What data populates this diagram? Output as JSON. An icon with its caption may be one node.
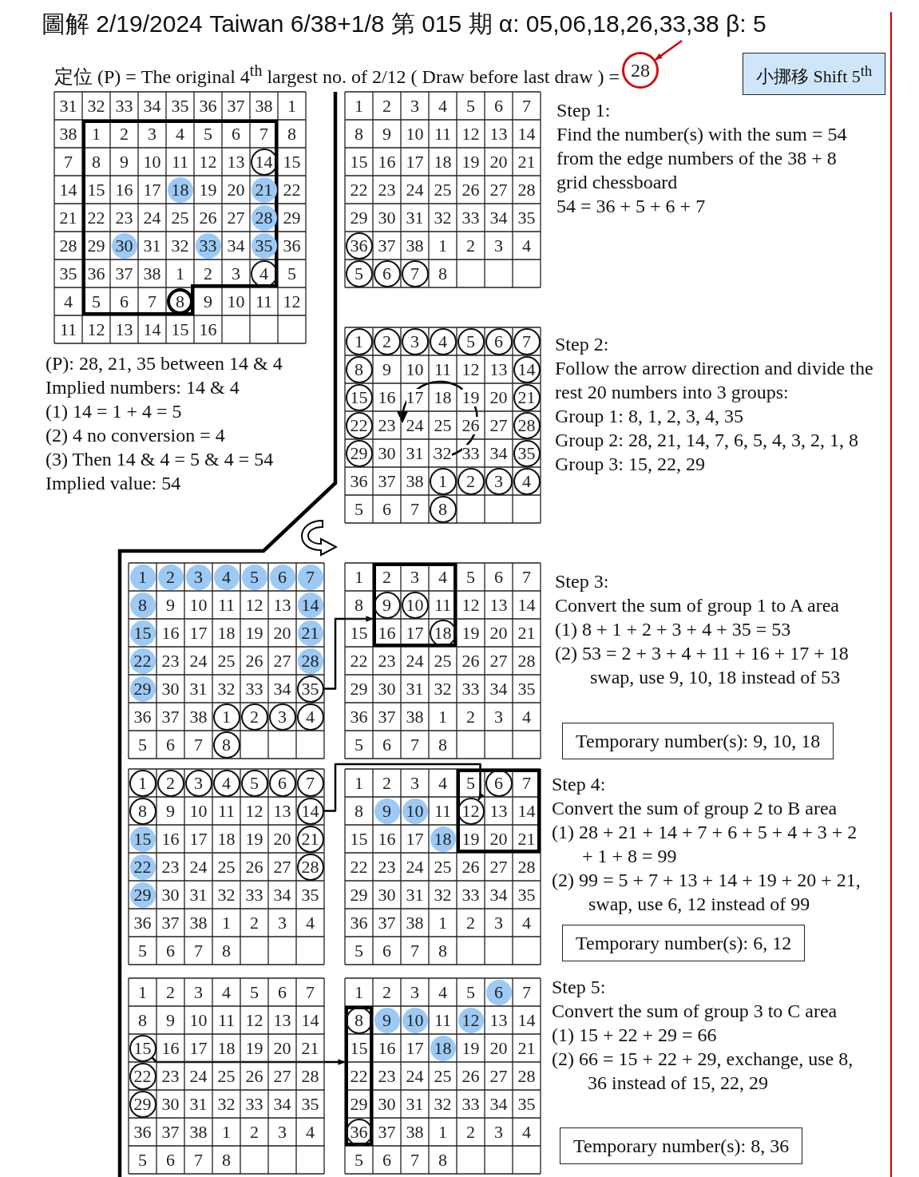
{
  "diagram": {
    "title": "圖解 2/19/2024 Taiwan 6/38+1/8 第 015 期 α: 05,06,18,26,33,38 β: 5",
    "nodes": [
      {
        "text": [
          "28"
        ]
      },
      {
        "text": [
          "小挪移 Shift 5$^{th}$"
        ]
      },
      {
        "text": [
          "31",
          "32",
          "33",
          "34",
          "35",
          "36",
          "37",
          "38",
          "1",
          "38",
          "8",
          "7",
          "15",
          "14",
          "22",
          "21",
          "29",
          "28",
          "36",
          "35",
          "5",
          "4",
          "9",
          "10",
          "11",
          "12",
          "11",
          "12",
          "13",
          "14",
          "15",
          "16"
        ]
      },
      {
        "text": [
          "1",
          "2",
          "3",
          "4",
          "5",
          "6",
          "7",
          "8",
          "9",
          "10",
          "11",
          "12",
          "13",
          "15",
          "16",
          "17",
          "19",
          "20",
          "22",
          "23",
          "24",
          "25",
          "26",
          "27",
          "29",
          "31",
          "32",
          "34",
          "36",
          "37",
          "38",
          "1",
          "2",
          "3",
          "5",
          "6",
          "7"
        ],
        "in": 2
      },
      {
        "text": [
          "14"
        ],
        "in": 3
      },
      {
        "text": [
          "18"
        ],
        "in": 3
      },
      {
        "text": [
          "21"
        ],
        "in": 3
      },
      {
        "text": [
          "28"
        ],
        "in": 3
      },
      {
        "text": [
          "30"
        ],
        "in": 3
      },
      {
        "text": [
          "33"
        ],
        "in": 3
      },
      {
        "text": [
          "35"
        ],
        "in": 3
      },
      {
        "text": [
          "4"
        ],
        "in": 3
      },
      {
        "text": [
          "8"
        ],
        "in": 3
      },
      {
        "text": [
          "1",
          "2",
          "3",
          "4",
          "5",
          "6",
          "7",
          "8",
          "9",
          "10",
          "11",
          "12",
          "13",
          "14",
          "15",
          "16",
          "17",
          "18",
          "19",
          "20",
          "21",
          "22",
          "23",
          "24",
          "25",
          "26",
          "27",
          "28",
          "29",
          "30",
          "31",
          "32",
          "33",
          "34",
          "35",
          "37",
          "38",
          "1",
          "2",
          "3",
          "4",
          "8"
        ]
      },
      {
        "text": [
          "36"
        ],
        "in": 13
      },
      {
        "text": [
          "5"
        ],
        "in": 13
      },
      {
        "text": [
          "6"
        ],
        "in": 13
      },
      {
        "text": [
          "7"
        ],
        "in": 13
      },
      {
        "text": [
          "9",
          "10",
          "11",
          "12",
          "13",
          "16",
          "17",
          "18",
          "19",
          "20",
          "23",
          "24",
          "25",
          "26",
          "27",
          "30",
          "31",
          "32",
          "33",
          "34",
          "36",
          "37",
          "38",
          "5",
          "6",
          "7"
        ]
      },
      {
        "text": [
          "1"
        ],
        "in": 18
      },
      {
        "text": [
          "2"
        ],
        "in": 18
      },
      {
        "text": [
          "3"
        ],
        "in": 18
      },
      {
        "text": [
          "4"
        ],
        "in": 18
      },
      {
        "text": [
          "5"
        ],
        "in": 18
      },
      {
        "text": [
          "6"
        ],
        "in": 18
      },
      {
        "text": [
          "7"
        ],
        "in": 18
      },
      {
        "text": [
          "8"
        ],
        "in": 18
      },
      {
        "text": [
          "14"
        ],
        "in": 18
      },
      {
        "text": [
          "15"
        ],
        "in": 18
      },
      {
        "text": [
          "21"
        ],
        "in": 18
      },
      {
        "text": [
          "22"
        ],
        "in": 18
      },
      {
        "text": [
          "28"
        ],
        "in": 18
      },
      {
        "text": [
          "29"
        ],
        "in": 18
      },
      {
        "text": [
          "35"
        ],
        "in": 18
      },
      {
        "text": [
          "1"
        ],
        "in": 18
      },
      {
        "text": [
          "2"
        ],
        "in": 18
      },
      {
        "text": [
          "3"
        ],
        "in": 18
      },
      {
        "text": [
          "4"
        ],
        "in": 18
      },
      {
        "text": [
          "8"
        ],
        "in": 18
      },
      {
        "text": [
          "9",
          "10",
          "11",
          "12",
          "13",
          "16",
          "17",
          "18",
          "19",
          "20",
          "23",
          "24",
          "25",
          "26",
          "27",
          "30",
          "31",
          "32",
          "33",
          "34",
          "36",
          "37",
          "38",
          "5",
          "6",
          "7"
        ]
      },
      {
        "text": [
          "1"
        ],
        "in": 39
      },
      {
        "text": [
          "2"
        ],
        "in": 39
      },
      {
        "text": [
          "3"
        ],
        "in": 39
      },
      {
        "text": [
          "4"
        ],
        "in": 39
      },
      {
        "text": [
          "5"
        ],
        "in": 39
      },
      {
        "text": [
          "6"
        ],
        "in": 39
      },
      {
        "text": [
          "7"
        ],
        "in": 39
      },
      {
        "text": [
          "8"
        ],
        "in": 39
      },
      {
        "text": [
          "14"
        ],
        "in": 39
      },
      {
        "text": [
          "15"
        ],
        "in": 39
      },
      {
        "text": [
          "21"
        ],
        "in": 39
      },
      {
        "text": [
          "22"
        ],
        "in": 39
      },
      {
        "text": [
          "28"
        ],
        "in": 39
      },
      {
        "text": [
          "29"
        ],
        "in": 39
      },
      {
        "text": [
          "35"
        ],
        "in": 39
      },
      {
        "text": [
          "1"
        ],
        "in": 39
      },
      {
        "text": [
          "2"
        ],
        "in": 39
      },
      {
        "text": [
          "3"
        ],
        "in": 39
      },
      {
        "text": [
          "4"
        ],
        "in": 39
      },
      {
        "text": [
          "8"
        ],
        "in": 39
      },
      {
        "text": [
          "1",
          "5",
          "6",
          "7",
          "8",
          "12",
          "13",
          "14",
          "15",
          "19",
          "20",
          "21",
          "22",
          "23",
          "24",
          "25",
          "26",
          "27",
          "28",
          "29",
          "30",
          "31",
          "32",
          "33",
          "34",
          "35",
          "36",
          "37",
          "38",
          "1",
          "2",
          "3",
          "4",
          "5",
          "6",
          "7",
          "8"
        ]
      },
      {
        "text": [
          "2",
          "3",
          "4",
          "11",
          "16",
          "17"
        ],
        "in": 60
      },
      {
        "text": [
          "9"
        ],
        "in": 61
      },
      {
        "text": [
          "10"
        ],
        "in": 61
      },
      {
        "text": [
          "18"
        ],
        "in": 61
      },
      {
        "text": [
          "Temporary number(s): 9, 10, 18"
        ]
      },
      {
        "text": [
          "9",
          "10",
          "11",
          "12",
          "13",
          "16",
          "17",
          "18",
          "19",
          "20",
          "23",
          "24",
          "25",
          "26",
          "27",
          "30",
          "31",
          "32",
          "33",
          "34",
          "35",
          "36",
          "37",
          "38",
          "1",
          "2",
          "3",
          "4",
          "5",
          "6",
          "7",
          "8"
        ]
      },
      {
        "text": [
          "1"
        ],
        "in": 66
      },
      {
        "text": [
          "2"
        ],
        "in": 66
      },
      {
        "text": [
          "3"
        ],
        "in": 66
      },
      {
        "text": [
          "4"
        ],
        "in": 66
      },
      {
        "text": [
          "5"
        ],
        "in": 66
      },
      {
        "text": [
          "6"
        ],
        "in": 66
      },
      {
        "text": [
          "7"
        ],
        "in": 66
      },
      {
        "text": [
          "8"
        ],
        "in": 66
      },
      {
        "text": [
          "14"
        ],
        "in": 66
      },
      {
        "text": [
          "15"
        ],
        "in": 66
      },
      {
        "text": [
          "21"
        ],
        "in": 66
      },
      {
        "text": [
          "22"
        ],
        "in": 66
      },
      {
        "text": [
          "28"
        ],
        "in": 66
      },
      {
        "text": [
          "29"
        ],
        "in": 66
      },
      {
        "text": [
          "1",
          "2",
          "3",
          "4",
          "8",
          "11",
          "15",
          "16",
          "17",
          "22",
          "23",
          "24",
          "25",
          "26",
          "27",
          "28",
          "29",
          "30",
          "31",
          "32",
          "33",
          "34",
          "35",
          "36",
          "37",
          "38",
          "1",
          "2",
          "3",
          "4",
          "5",
          "6",
          "7",
          "8"
        ]
      },
      {
        "text": [
          "5",
          "7",
          "13",
          "14",
          "19",
          "20",
          "21"
        ],
        "in": 81
      },
      {
        "text": [
          "6"
        ],
        "in": 82
      },
      {
        "text": [
          "9"
        ],
        "in": 81
      },
      {
        "text": [
          "10"
        ],
        "in": 81
      },
      {
        "text": [
          "12"
        ],
        "in": 82
      },
      {
        "text": [
          "18"
        ],
        "in": 81
      },
      {
        "text": [
          "Temporary number(s): 6, 12"
        ]
      },
      {
        "text": [
          "1",
          "2",
          "3",
          "4",
          "5",
          "6",
          "7",
          "8",
          "9",
          "10",
          "11",
          "12",
          "13",
          "14",
          "16",
          "17",
          "18",
          "19",
          "20",
          "21",
          "23",
          "24",
          "25",
          "26",
          "27",
          "28",
          "30",
          "31",
          "32",
          "33",
          "34",
          "35",
          "36",
          "37",
          "38",
          "1",
          "2",
          "3",
          "4",
          "5",
          "6",
          "7",
          "8"
        ]
      },
      {
        "text": [
          "15"
        ],
        "in": 89
      },
      {
        "text": [
          "22"
        ],
        "in": 89
      },
      {
        "text": [
          "29"
        ],
        "in": 89
      },
      {
        "text": [
          "1",
          "2",
          "3",
          "4",
          "5",
          "7",
          "11",
          "13",
          "14",
          "16",
          "17",
          "19",
          "20",
          "21",
          "23",
          "24",
          "25",
          "26",
          "27",
          "28",
          "30",
          "31",
          "32",
          "33",
          "34",
          "35",
          "37",
          "38",
          "1",
          "2",
          "3",
          "4",
          "5",
          "6",
          "7",
          "8"
        ]
      },
      {
        "text": [
          "6"
        ],
        "in": 93
      },
      {
        "text": [
          "15",
          "22",
          "29"
        ],
        "in": 93
      },
      {
        "text": [
          "8"
        ],
        "in": 95
      },
      {
        "text": [
          "9"
        ],
        "in": 93
      },
      {
        "text": [
          "10"
        ],
        "in": 93
      },
      {
        "text": [
          "12"
        ],
        "in": 93
      },
      {
        "text": [
          "18"
        ],
        "in": 93
      },
      {
        "text": [
          "36"
        ],
        "in": 95
      },
      {
        "text": [
          "Temporary number(s): 8, 36"
        ]
      }
    ],
    "edges": [
      {
        "from": null,
        "to": 0,
        "arrow": "to",
        "color": "#cc0000"
      },
      {
        "from": 54,
        "to": 61,
        "arrow": "to"
      },
      {
        "from": 75,
        "to": 86,
        "arrow": "to"
      },
      {
        "from": 90,
        "to": 95,
        "arrow": "to"
      }
    ],
    "labels": [
      "定位 (P) = The original 4$^{th}$ largest no. of 2/12 ( Draw before last draw ) =",
      "Step 1:",
      "Find the number(s) with the sum = 54 from the edge numbers of the 38 + 8 grid chessboard",
      "54 = 36 + 5 + 6 + 7",
      "(P): 28, 21, 35 between 14 & 4",
      "Implied numbers: 14 & 4",
      "(1) 14 = 1 + 4 = 5",
      "(2) 4 no conversion = 4",
      "(3) Then 14 & 4 = 5 & 4 = 54",
      "Implied value: 54",
      "Step 2:",
      "Follow the arrow direction and divide the rest 20 numbers into 3 groups:",
      "Group 1: 8, 1, 2, 3, 4, 35",
      "Group 2: 28, 21, 14, 7, 6, 5, 4, 3, 2, 1, 8",
      "Group 3: 15, 22, 29",
      "Step 3:",
      "Convert the sum of group 1 to A area",
      "(1) 8 + 1 + 2 + 3 + 4 + 35 = 53",
      "(2) 53 = 2 + 3 + 4 + 11 + 16 + 17 + 18 swap, use 9, 10, 18 instead of 53",
      "Step 4:",
      "Convert the sum of group 2 to B area",
      "(1) 28 + 21 + 14 + 7 + 6 + 5 + 4 + 3 + 2 + 1 + 8 = 99",
      "(2) 99 = 5 + 7 + 13 + 14 + 19 + 20 + 21, swap, use 6, 12 instead of 99",
      "Step 5:",
      "Convert the sum of group 3 to C area",
      "(1) 15 + 22 + 29 = 66",
      "(2) 66 = 15 + 22 + 29, exchange, use 8, 36 instead of 15, 22, 29"
    ]
  }
}
